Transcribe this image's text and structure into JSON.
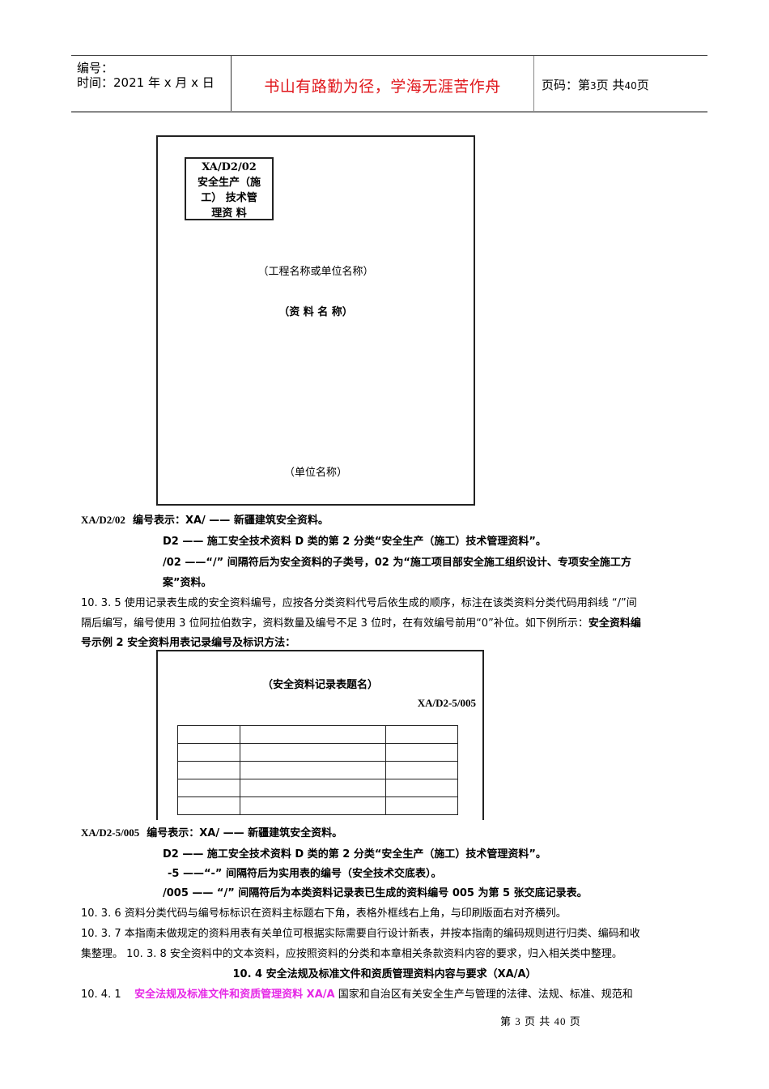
{
  "header": {
    "number_label": "编号：",
    "time_label": "时间：2021 年 x 月 x 日",
    "motto": "书山有路勤为径，学海无涯苦作舟",
    "page_prefix": "页码：第",
    "page_current": "3",
    "page_mid": "页  共",
    "page_total": "40",
    "page_suffix": "页"
  },
  "cover_example": {
    "code": "XA/D2/02",
    "category_lines": [
      "安全生产（施",
      "工） 技术管",
      "理资   料"
    ],
    "project_name": "（工程名称或单位名称）",
    "material_name": "（资    料    名    称）",
    "unit_name": "（单位名称）"
  },
  "explanation_1": {
    "line1_code": "XA/D2/02",
    "line1_text": "编号表示：XA/ —— 新疆建筑安全资料。",
    "line2": "D2 —— 施工安全技术资料 D 类的第 2 分类“安全生产（施工）技术管理资料”。",
    "line3": "/02  ——“/” 间隔符后为安全资料的子类号，02 为“施工项目部安全施工组织设计、专项安全施工方",
    "line4": "案”资料。"
  },
  "section_10_3_5": {
    "line1": "10. 3. 5   使用记录表生成的安全资料编号，应按各分类资料代号后依生成的顺序，标注在该类资料分类代码用斜线 “/”间",
    "line2_normal": "隔后编写，编号使用 3 位阿拉伯数字，资料数量及编号不足 3 位时，在有效编号前用“0”补位。如下例所示：",
    "line2_bold": "安全资料编",
    "line3_bold": "号示例 2    安全资料用表记录编号及标识方法："
  },
  "record_example": {
    "title": "（安全资料记录表题名）",
    "code": "XA/D2-5/005",
    "rows": 5,
    "cols": 3
  },
  "explanation_2": {
    "line1_code": "XA/D2-5/005",
    "line1_text": "编号表示：XA/ —— 新疆建筑安全资料。",
    "line2": "D2 —— 施工安全技术资料 D 类的第 2 分类“安全生产（施工）技术管理资料”。",
    "line3": "-5 ——“-” 间隔符后为实用表的编号（安全技术交底表）。",
    "line4": "/005 ——  “/” 间隔符后为本类资料记录表已生成的资料编号 005 为第 5 张交底记录表。"
  },
  "section_10_3_6": "10. 3. 6  资料分类代码与编号标标识在资料主标题右下角，表格外框线右上角，与印刷版面右对齐横列。",
  "section_10_3_7": {
    "line1": "10. 3. 7  本指南未做规定的资料用表有关单位可根据实际需要自行设计新表，并按本指南的编码规则进行归类、编码和收",
    "line2": "集整理。     10. 3. 8  安全资料中的文本资料，应按照资料的分类和本章相关条款资料内容的要求，归入相关类中整理。"
  },
  "section_10_4": {
    "heading": "10. 4    安全法规及标准文件和资质管理资料内容与要求（XA/A）",
    "item_number": "10. 4. 1",
    "item_title": "安全法规及标准文件和资质管理资料    XA/A",
    "item_text": "国家和自治区有关安全生产与管理的法律、法规、标准、规范和"
  },
  "footer": {
    "page_text": "第 3 页 共 40 页"
  },
  "colors": {
    "motto": "#e0161b",
    "highlight": "#e627e6"
  }
}
